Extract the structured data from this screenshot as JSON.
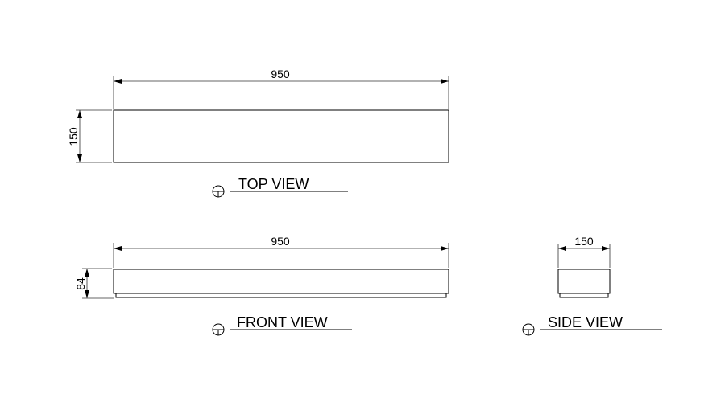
{
  "top_view": {
    "label": "TOP VIEW",
    "dim_length": "950",
    "dim_width": "150"
  },
  "front_view": {
    "label": "FRONT VIEW",
    "dim_length": "950",
    "dim_height": "84"
  },
  "side_view": {
    "label": "SIDE VIEW",
    "dim_width": "150"
  },
  "colors": {
    "line": "#000000",
    "background": "#ffffff"
  }
}
